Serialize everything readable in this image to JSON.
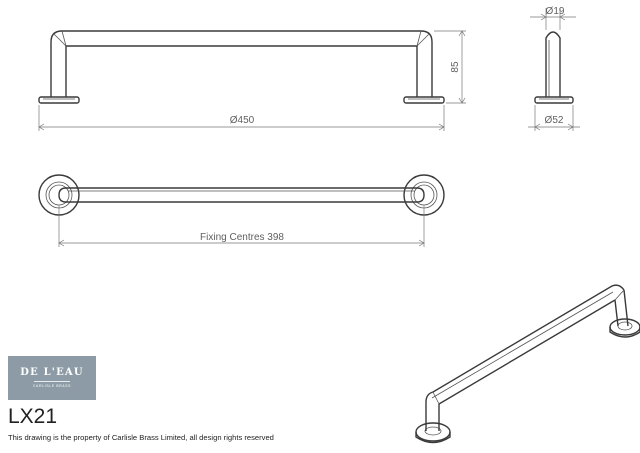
{
  "dimensions": {
    "overall_width": "Ø450",
    "height": "85",
    "bar_diameter": "Ø19",
    "base_diameter": "Ø52",
    "fixing_centres": "Fixing Centres 398"
  },
  "logo": {
    "name": "DE L'EAU",
    "sub": "CARLISLE BRASS"
  },
  "product_code": "LX21",
  "footer_note": "This drawing is the property of Carlisle Brass Limited, all design rights reserved",
  "colors": {
    "logo_background": "#8c9ba5",
    "line": "#3a3a3a"
  }
}
